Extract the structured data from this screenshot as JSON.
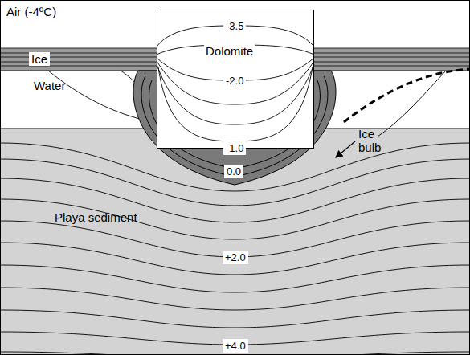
{
  "diagram": {
    "nodes": [
      {
        "text": [
          "Dolomite"
        ]
      }
    ],
    "labels": [
      "Air (-4ºC)",
      "Ice",
      "Water",
      "Ice bulb",
      "Playa sediment",
      "-3.5",
      "-2.0",
      "-1.0",
      "0.0",
      "+2.0",
      "+4.0"
    ]
  }
}
